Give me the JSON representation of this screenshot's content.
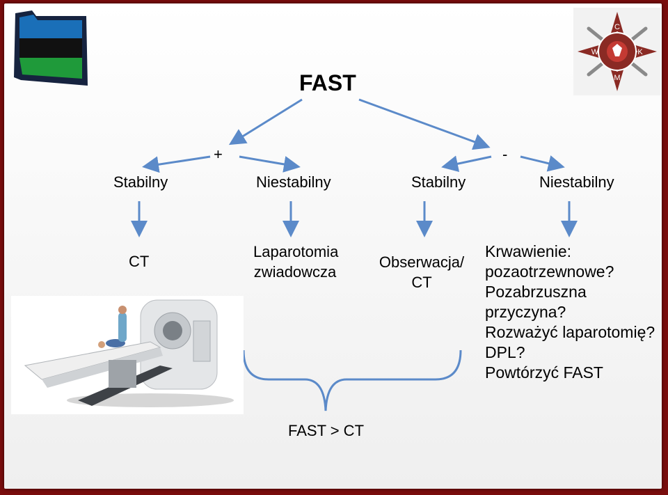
{
  "title": "FAST",
  "branches": {
    "plus": "+",
    "minus": "-"
  },
  "level1": [
    "Stabilny",
    "Niestabilny",
    "Stabilny",
    "Niestabilny"
  ],
  "outcomes": {
    "ct": "CT",
    "laparotomy": [
      "Laparotomia",
      "zwiadowcza"
    ],
    "observation": [
      "Obserwacja/",
      "CT"
    ],
    "bleeding": [
      "Krwawienie:",
      "pozaotrzewnowe?",
      "Pozabrzuszna",
      "przyczyna?",
      "Rozważyć laparotomię?",
      "DPL?",
      "Powtórzyć FAST"
    ]
  },
  "summary": "FAST > CT",
  "logos": {
    "right_letters": [
      "C",
      "W",
      "K",
      "M"
    ],
    "colors": {
      "blue": "#1a6fb8",
      "black": "#111111",
      "green": "#1f9a3a",
      "navy": "#16233f",
      "cross": "#8a2a24"
    }
  },
  "colors": {
    "arrow": "#5b8ac9",
    "arrow_stroke": "#4f7fc0",
    "frame": "#7a0d0d"
  }
}
